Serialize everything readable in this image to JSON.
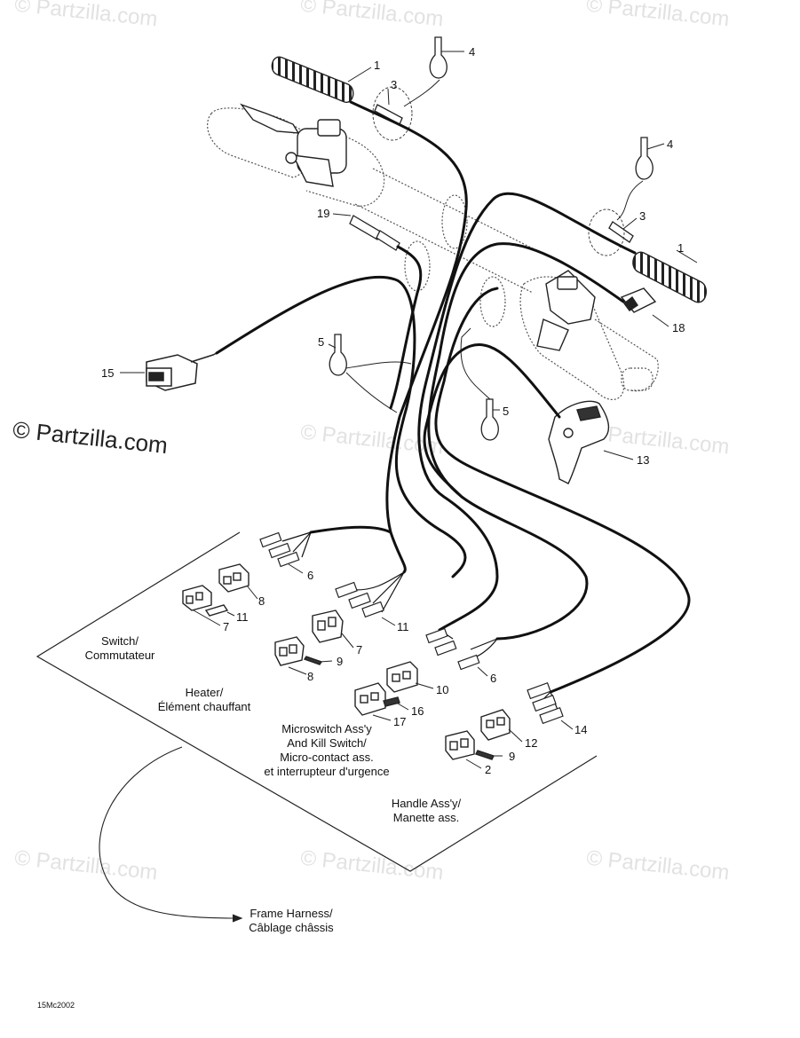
{
  "watermark_text": "© Partzilla.com",
  "brand_watermark": "© Partzilla.com",
  "callouts": {
    "c1a": "1",
    "c1b": "1",
    "c2": "2",
    "c3a": "3",
    "c3b": "3",
    "c4a": "4",
    "c4b": "4",
    "c5a": "5",
    "c5b": "5",
    "c6a": "6",
    "c6b": "6",
    "c7a": "7",
    "c7b": "7",
    "c8a": "8",
    "c8b": "8",
    "c9a": "9",
    "c9b": "9",
    "c10": "10",
    "c11a": "11",
    "c11b": "11",
    "c12": "12",
    "c13": "13",
    "c14": "14",
    "c15": "15",
    "c16": "16",
    "c17": "17",
    "c18": "18",
    "c19": "19"
  },
  "labels": {
    "switch": "Switch/\nCommutateur",
    "heater": "Heater/\nÉlément chauffant",
    "microswitch": "Microswitch Ass'y\nAnd Kill Switch/\nMicro-contact ass.\net interrupteur d'urgence",
    "handle": "Handle Ass'y/\nManette ass.",
    "frame": "Frame Harness/\nCâblage châssis"
  },
  "drawing_code": "15Mc2002"
}
